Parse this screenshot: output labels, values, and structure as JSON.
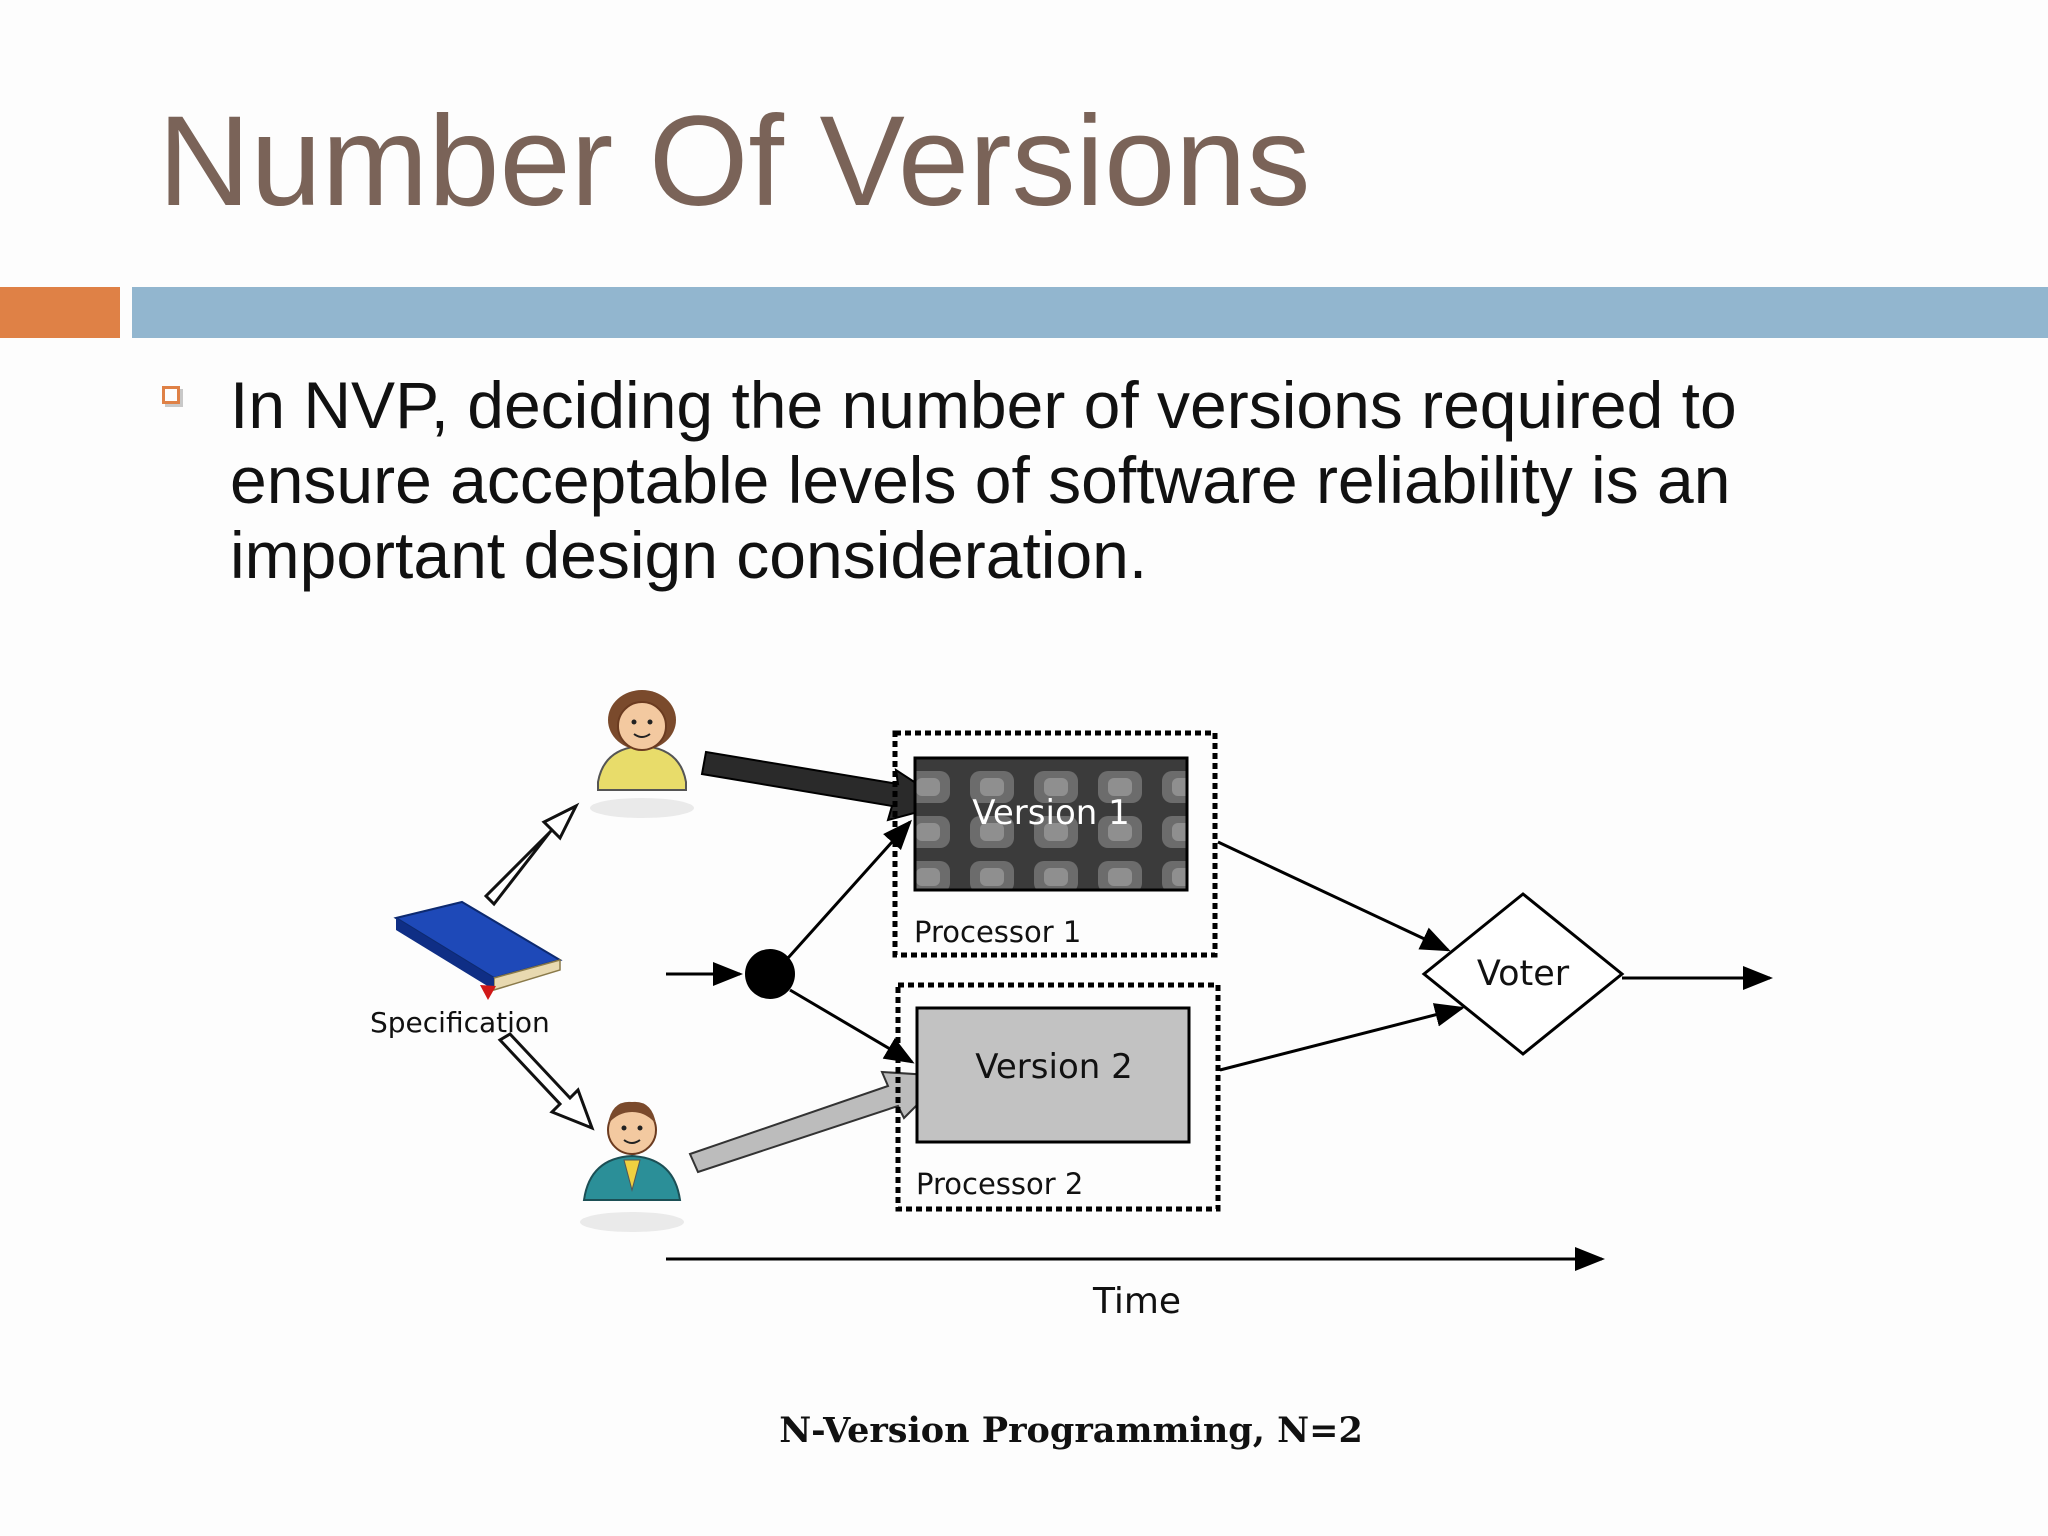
{
  "slide": {
    "title": "Number Of Versions",
    "bullet": "In NVP, deciding the number of versions required to ensure acceptable levels of software reliability is an important design consideration."
  },
  "diagram": {
    "specification_label": "Specification",
    "version1_label": "Version 1",
    "version2_label": "Version 2",
    "processor1_label": "Processor 1",
    "processor2_label": "Processor 2",
    "voter_label": "Voter",
    "time_label": "Time",
    "caption": "N-Version Programming, N=2"
  },
  "colors": {
    "title": "#7a6358",
    "accent_orange": "#df8146",
    "accent_blue": "#92b6cf"
  }
}
